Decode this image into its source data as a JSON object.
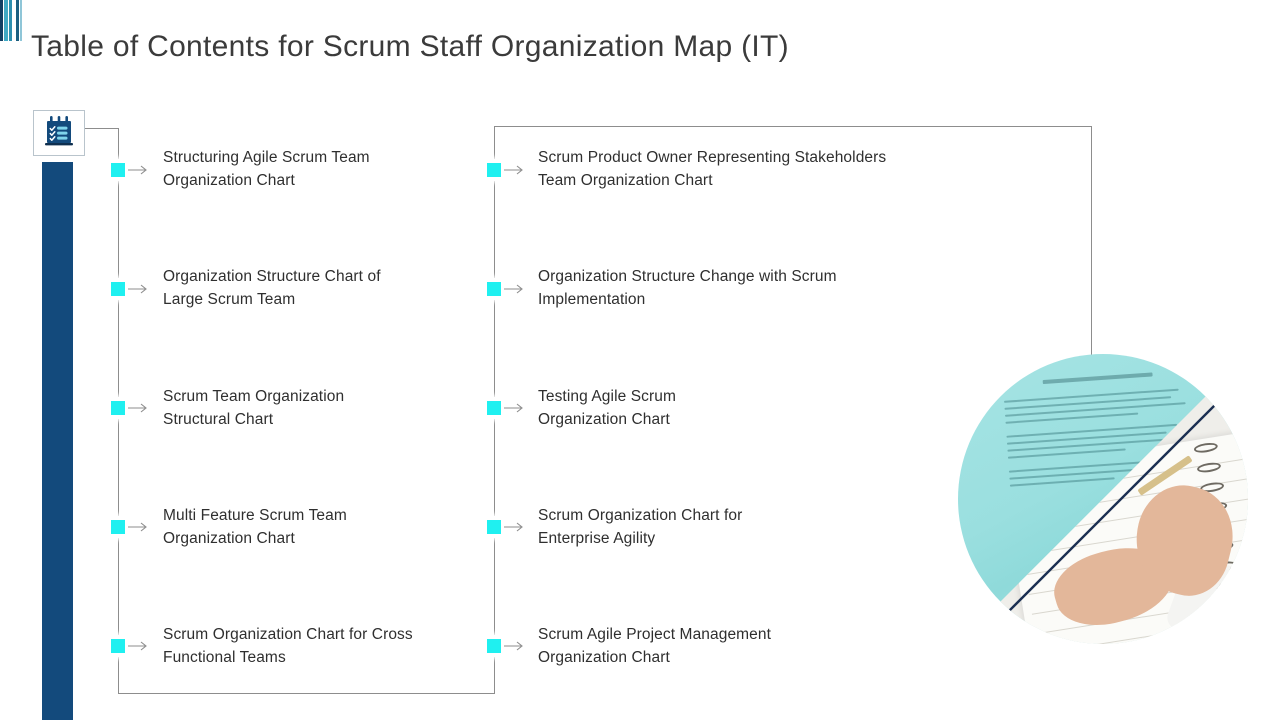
{
  "slide": {
    "title": "Table of Contents for Scrum Staff Organization Map (IT)",
    "accent_cyan": "#1ff0f0",
    "accent_navy": "#134a7c",
    "accent_teal": "#3fa9c4",
    "line_color": "#8d8d8d",
    "text_color": "#2f2f2f"
  },
  "icon_card": {
    "icon": "checklist-notepad-icon"
  },
  "toc": {
    "left_column": [
      {
        "id": 1,
        "label": "Structuring Agile Scrum Team\nOrganization Chart",
        "marker": "cyan-square-marker",
        "arrow": "arrow-right-icon"
      },
      {
        "id": 2,
        "label": "Organization Structure Chart of\nLarge Scrum Team",
        "marker": "cyan-square-marker",
        "arrow": "arrow-right-icon"
      },
      {
        "id": 3,
        "label": "Scrum Team Organization\nStructural Chart",
        "marker": "cyan-square-marker",
        "arrow": "arrow-right-icon"
      },
      {
        "id": 4,
        "label": "Multi Feature Scrum Team\nOrganization Chart",
        "marker": "cyan-square-marker",
        "arrow": "arrow-right-icon"
      },
      {
        "id": 5,
        "label": "Scrum Organization Chart for Cross\nFunctional Teams",
        "marker": "cyan-square-marker",
        "arrow": "arrow-right-icon"
      }
    ],
    "right_column": [
      {
        "id": 6,
        "label": "Scrum Product Owner Representing Stakeholders\nTeam Organization Chart",
        "marker": "cyan-square-marker",
        "arrow": "arrow-right-icon"
      },
      {
        "id": 7,
        "label": "Organization Structure Change with Scrum\nImplementation",
        "marker": "cyan-square-marker",
        "arrow": "arrow-right-icon"
      },
      {
        "id": 8,
        "label": "Testing Agile Scrum\nOrganization Chart",
        "marker": "cyan-square-marker",
        "arrow": "arrow-right-icon"
      },
      {
        "id": 9,
        "label": "Scrum Organization Chart for\nEnterprise Agility",
        "marker": "cyan-square-marker",
        "arrow": "arrow-right-icon"
      },
      {
        "id": 10,
        "label": "Scrum Agile Project Management\nOrganization Chart",
        "marker": "cyan-square-marker",
        "arrow": "arrow-right-icon"
      }
    ]
  },
  "photo": {
    "name": "hand-writing-in-notebook-photo",
    "description": ""
  }
}
